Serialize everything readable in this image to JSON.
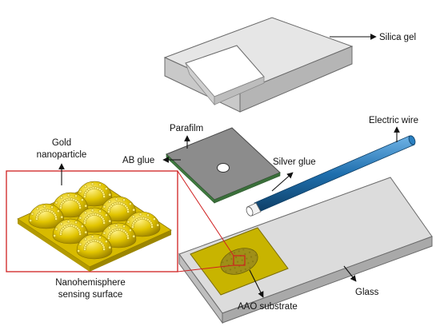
{
  "labels": {
    "silica_gel": "Silica gel",
    "parafilm": "Parafilm",
    "ab_glue": "AB glue",
    "silver_glue": "Silver glue",
    "electric_wire": "Electric wire",
    "gold_line1": "Gold",
    "gold_line2": "nanoparticle",
    "surface_line1": "Nanohemisphere",
    "surface_line2": "sensing surface",
    "glass": "Glass",
    "aao_substrate": "AAO substrate"
  },
  "colors": {
    "gray_fill": "#d9d9d9",
    "gray_dark": "#a9a9a9",
    "gray_edge": "#6a6a6a",
    "gold": "#e2c500",
    "gold_dark": "#b89b00",
    "parafilm": "#8c8c8c",
    "wire": "#1f6fae",
    "zoom_box": "#d02020",
    "arrow": "#111111"
  }
}
